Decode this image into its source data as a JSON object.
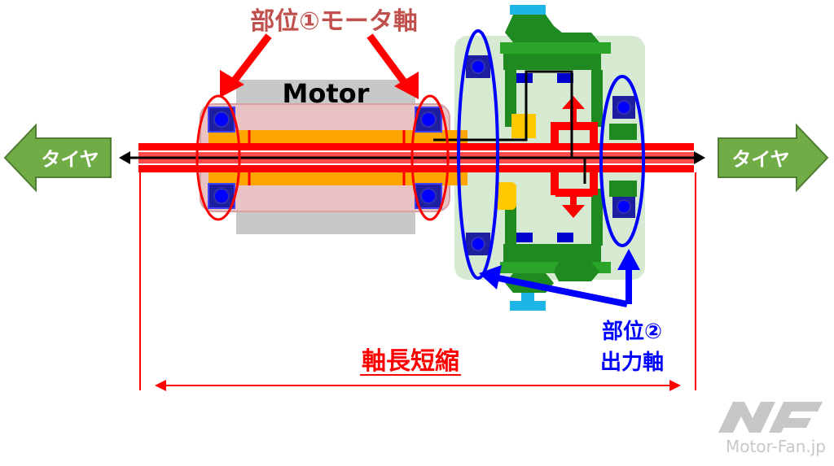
{
  "labels": {
    "motor": "Motor",
    "part1": "部位①モータ軸",
    "part2_line1": "部位②",
    "part2_line2": "出力軸",
    "tire_left": "タイヤ",
    "tire_right": "タイヤ",
    "axial_shortening": "軸長短縮",
    "watermark": "Motor-Fan.jp"
  },
  "colors": {
    "red": "#ff0000",
    "blue": "#0000ff",
    "green_arrow": "#70ad47",
    "gear_green": "#1f8a1f",
    "motor_gray": "#c8c8c8",
    "shaft_orange": "#ffa500"
  }
}
